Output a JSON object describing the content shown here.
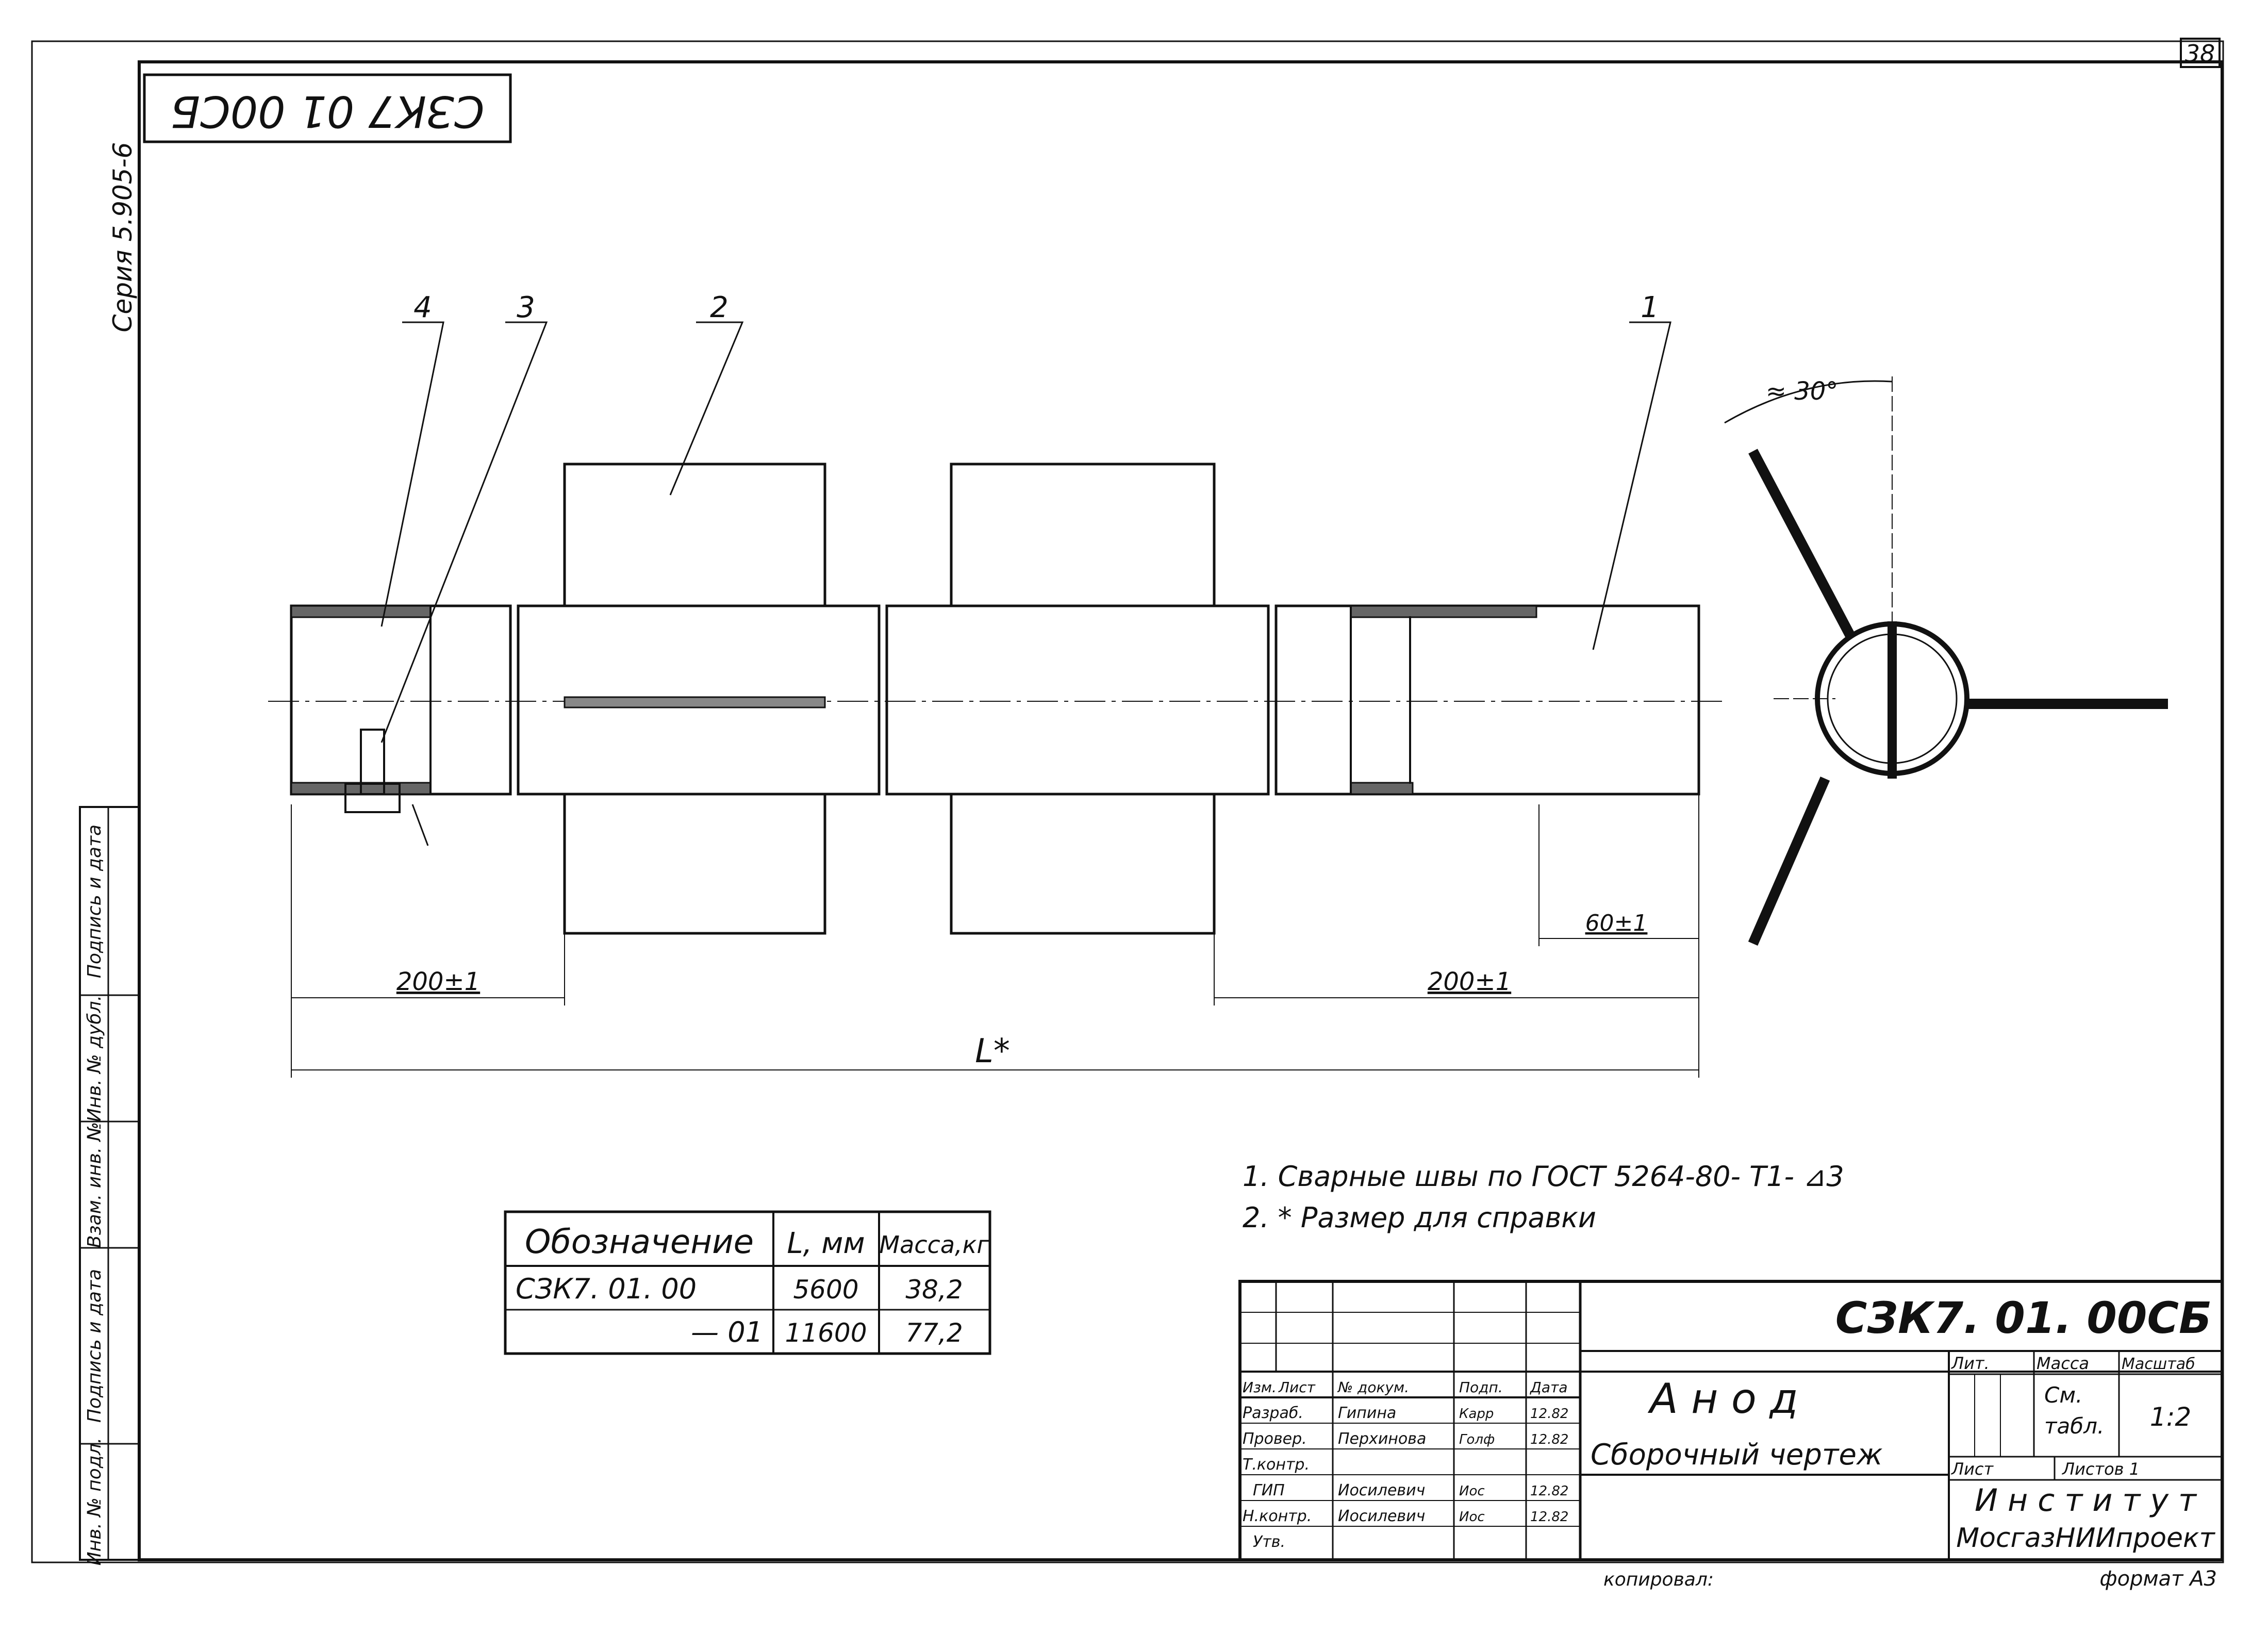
{
  "sheet": {
    "page_number": "38",
    "series": "Серия 5.905-6",
    "code_top_rotated": "СЗК7 01 00СБ"
  },
  "drawing": {
    "leaders": [
      "4",
      "3",
      "2",
      "1"
    ],
    "angle": "≈ 30°",
    "dimensions": {
      "left": "200±1",
      "right": "200±1",
      "small": "60±1",
      "length": "L*"
    }
  },
  "notes": [
    "1.  Сварные  швы  по  ГОСТ  5264-80- Т1- ⊿3",
    "2.  *  Размер  для   справки"
  ],
  "spec_table": {
    "headers": [
      "Обозначение",
      "L, мм",
      "Масса,кг"
    ],
    "rows": [
      [
        "СЗК7. 01. 00",
        "5600",
        "38,2"
      ],
      [
        "— 01",
        "11600",
        "77,2"
      ]
    ]
  },
  "side_margin": {
    "labels": [
      "Подпись и дата",
      "Инв. № дубл.",
      "Взам. инв. №",
      "Подпись и дата",
      "Инв. № подл."
    ]
  },
  "title_block": {
    "code": "СЗК7. 01. 00СБ",
    "name": "А н о д",
    "doc_type": "Сборочный    чертеж",
    "col_headers": [
      "Изм.",
      "Лист",
      "№ докум.",
      "Подп.",
      "Дата"
    ],
    "roles": [
      {
        "role": "Разраб.",
        "name": "Гипина",
        "sign": "Карр",
        "date": "12.82"
      },
      {
        "role": "Провер.",
        "name": "Перхинова",
        "sign": "Голф",
        "date": "12.82"
      },
      {
        "role": "Т.контр.",
        "name": "",
        "sign": "",
        "date": ""
      },
      {
        "role": "ГИП",
        "name": "Иосилевич",
        "sign": "Иос",
        "date": "12.82"
      },
      {
        "role": "Н.контр.",
        "name": "Иосилевич",
        "sign": "Иос",
        "date": "12.82"
      },
      {
        "role": "Утв.",
        "name": "",
        "sign": "",
        "date": ""
      }
    ],
    "lit_label": "Лит.",
    "mass_label": "Масса",
    "scale_label": "Масштаб",
    "mass_value_1": "См.",
    "mass_value_2": "табл.",
    "scale_value": "1:2",
    "sheet_label": "Лист",
    "sheets_label": "Листов 1",
    "institute_1": "И н с т и т у т",
    "institute_2": "МосгазНИИпроект"
  },
  "footer": {
    "copied": "копировал:",
    "format": "формат А3"
  }
}
